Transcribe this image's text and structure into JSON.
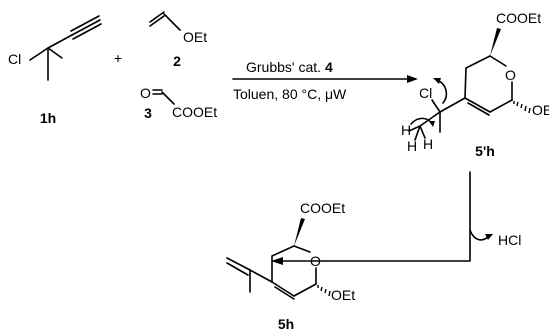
{
  "reaction": {
    "conditions_line1": "Grubbs' cat.",
    "catalyst_number": "4",
    "conditions_line2": "Toluen, 80 °C, μW",
    "plus": "+",
    "byproduct": "HCl"
  },
  "compounds": {
    "c1h": {
      "number": "1h",
      "atoms": {
        "cl": "Cl"
      }
    },
    "c2": {
      "number": "2",
      "atoms": {
        "oet": "OEt"
      }
    },
    "c3": {
      "number": "3",
      "atoms": {
        "o": "O",
        "cooet": "COOEt"
      }
    },
    "c5ph": {
      "number": "5'h",
      "atoms": {
        "cooet": "COOEt",
        "o_ring": "O",
        "oet": "OE",
        "cl": "Cl",
        "h1": "H",
        "h2": "H",
        "h3": "H"
      }
    },
    "c5h": {
      "number": "5h",
      "atoms": {
        "cooet": "COOEt",
        "o_ring": "O",
        "oet": "OEt"
      }
    }
  }
}
